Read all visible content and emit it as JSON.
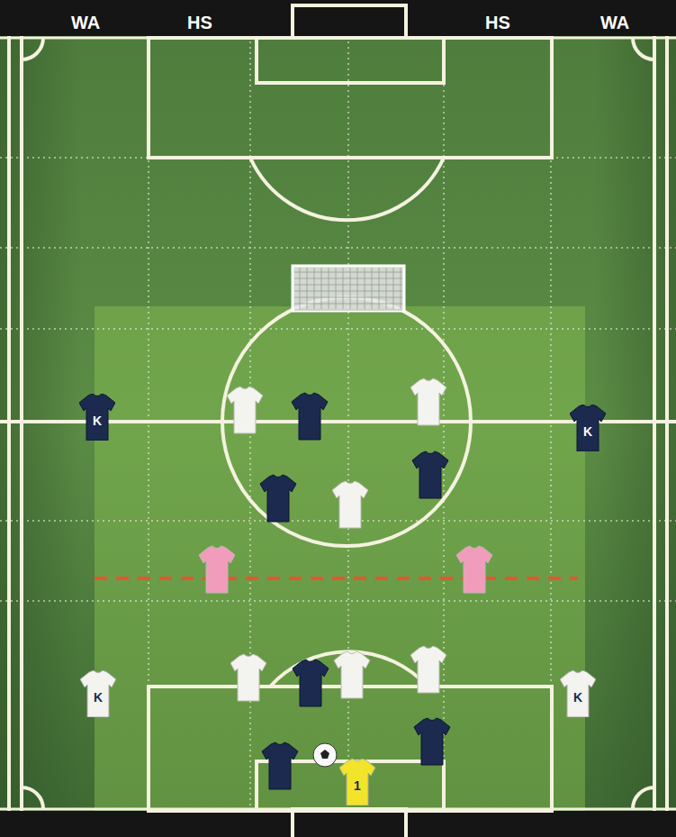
{
  "diagram": {
    "nodes": [
      {
        "text": [
          "K"
        ]
      },
      {
        "text": [
          "K"
        ]
      },
      {
        "text": [
          "K"
        ]
      },
      {
        "text": [
          "K"
        ]
      },
      {
        "text": [
          "1"
        ]
      }
    ],
    "labels": [
      "WA",
      "HS",
      "HS",
      "WA"
    ]
  }
}
